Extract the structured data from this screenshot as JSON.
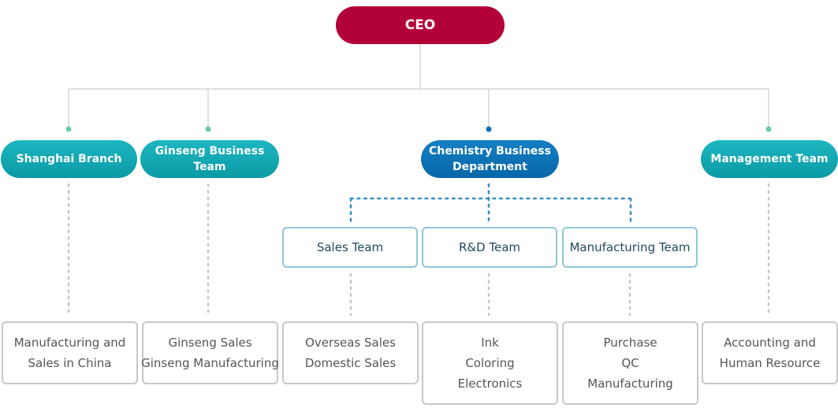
{
  "ceo": {
    "label": "CEO"
  },
  "departments": {
    "shanghai": {
      "label": "Shanghai Branch"
    },
    "ginseng": {
      "label": "Ginseng Business Team"
    },
    "chemistry": {
      "line1": "Chemistry Business",
      "line2": "Department"
    },
    "management": {
      "label": "Management Team"
    }
  },
  "teams": {
    "sales": {
      "label": "Sales Team"
    },
    "rnd": {
      "label": "R&D Team"
    },
    "manufacturing": {
      "label": "Manufacturing Team"
    }
  },
  "leaves": {
    "shanghai": [
      "Manufacturing and",
      "Sales in China"
    ],
    "ginseng": [
      "Ginseng Sales",
      "Ginseng Manufacturing"
    ],
    "sales": [
      "Overseas Sales",
      "Domestic Sales"
    ],
    "rnd": [
      "Ink",
      "Coloring",
      "Electronics"
    ],
    "manufacturing": [
      "Purchase",
      "QC",
      "Manufacturing"
    ],
    "management": [
      "Accounting and",
      "Human Resource"
    ]
  },
  "colors": {
    "ceo": "#b20039",
    "teal": "#0fa6b1",
    "blue": "#0a70b4",
    "connector": "#cccccc",
    "dot_teal": "#6cc9a7",
    "dot_blue": "#0a70b4",
    "dotted_blue": "#3a8fbf"
  }
}
